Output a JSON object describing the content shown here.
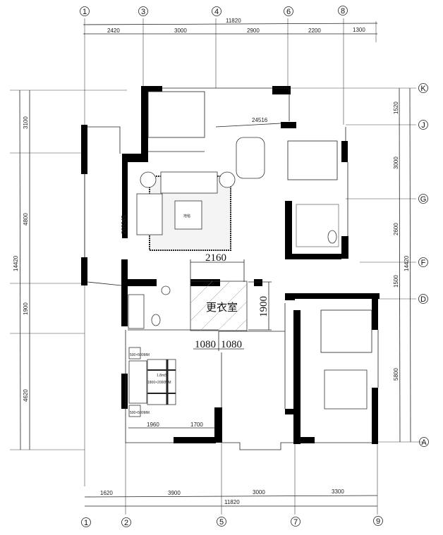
{
  "axes_top": [
    "1",
    "3",
    "4",
    "6",
    "8"
  ],
  "axes_bottom": [
    "1",
    "2",
    "5",
    "7",
    "9"
  ],
  "axes_right": [
    "K",
    "J",
    "G",
    "F",
    "D",
    "A"
  ],
  "dims_top": {
    "total": "11820",
    "segments": [
      "2420",
      "3000",
      "2900",
      "2200",
      "1300"
    ]
  },
  "dims_bottom": {
    "total": "11820",
    "segments": [
      "1620",
      "3900",
      "3000",
      "3300"
    ]
  },
  "dims_left": {
    "total": "14420",
    "segments": [
      "3100",
      "4800",
      "1900",
      "4620"
    ]
  },
  "dims_right": {
    "total": "14420",
    "segments": [
      "1520",
      "3000",
      "2600",
      "1500",
      "5800"
    ]
  },
  "annotations": {
    "dining_width": "24516",
    "living_depth": "268245",
    "closet_width": "2160",
    "closet_depth": "1900",
    "closet_name": "更衣室",
    "closet_split_a": "1080",
    "closet_split_b": "1080",
    "bed_label": "1.8m床",
    "bed_size": "1800×2000MM",
    "nightstand_top": "500×500MM",
    "nightstand_bottom": "500×500MM",
    "bedroom_dim_a": "1960",
    "bedroom_dim_b": "1700",
    "rug_label": "地毯"
  }
}
